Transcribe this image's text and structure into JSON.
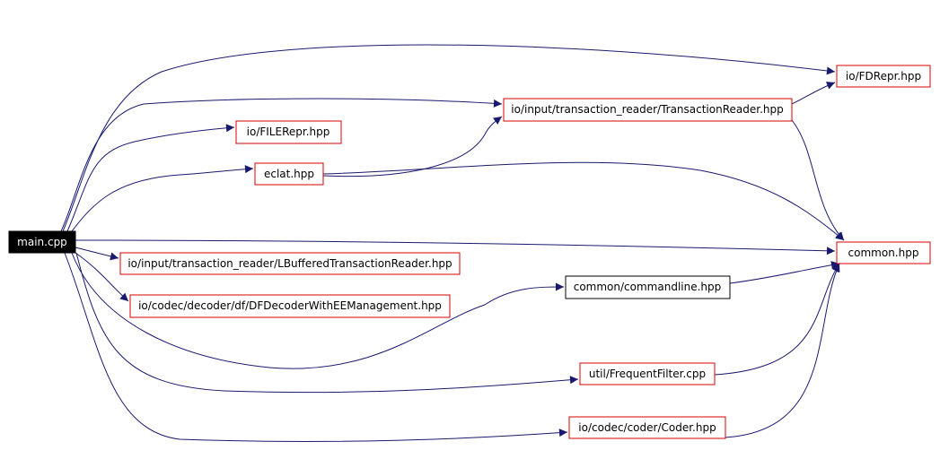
{
  "diagram": {
    "colors": {
      "edge": "#191970",
      "node_border_red": "#d40000",
      "node_border_black": "#000000",
      "root_fill": "#000000",
      "root_text": "#ffffff",
      "node_fill": "#ffffff",
      "node_text": "#000000"
    },
    "nodes": [
      {
        "id": "main",
        "label": "main.cpp",
        "style": "root"
      },
      {
        "id": "fdrepr",
        "label": "io/FDRepr.hpp",
        "style": "red"
      },
      {
        "id": "transreader",
        "label": "io/input/transaction_reader/TransactionReader.hpp",
        "style": "red"
      },
      {
        "id": "filerepr",
        "label": "io/FILERepr.hpp",
        "style": "red"
      },
      {
        "id": "eclat",
        "label": "eclat.hpp",
        "style": "red"
      },
      {
        "id": "common",
        "label": "common.hpp",
        "style": "red"
      },
      {
        "id": "lbuffered",
        "label": "io/input/transaction_reader/LBufferedTransactionReader.hpp",
        "style": "red"
      },
      {
        "id": "cmdline",
        "label": "common/commandline.hpp",
        "style": "black"
      },
      {
        "id": "dfdecoder",
        "label": "io/codec/decoder/df/DFDecoderWithEEManagement.hpp",
        "style": "red"
      },
      {
        "id": "freqfilter",
        "label": "util/FrequentFilter.cpp",
        "style": "red"
      },
      {
        "id": "coder",
        "label": "io/codec/coder/Coder.hpp",
        "style": "red"
      }
    ],
    "edges": [
      {
        "from": "main",
        "to": "fdrepr"
      },
      {
        "from": "main",
        "to": "transreader"
      },
      {
        "from": "main",
        "to": "filerepr"
      },
      {
        "from": "main",
        "to": "eclat"
      },
      {
        "from": "main",
        "to": "common"
      },
      {
        "from": "main",
        "to": "lbuffered"
      },
      {
        "from": "main",
        "to": "dfdecoder"
      },
      {
        "from": "main",
        "to": "cmdline"
      },
      {
        "from": "main",
        "to": "freqfilter"
      },
      {
        "from": "main",
        "to": "coder"
      },
      {
        "from": "transreader",
        "to": "fdrepr"
      },
      {
        "from": "transreader",
        "to": "common"
      },
      {
        "from": "eclat",
        "to": "transreader"
      },
      {
        "from": "eclat",
        "to": "common"
      },
      {
        "from": "cmdline",
        "to": "common"
      },
      {
        "from": "freqfilter",
        "to": "common"
      },
      {
        "from": "coder",
        "to": "common"
      }
    ]
  }
}
